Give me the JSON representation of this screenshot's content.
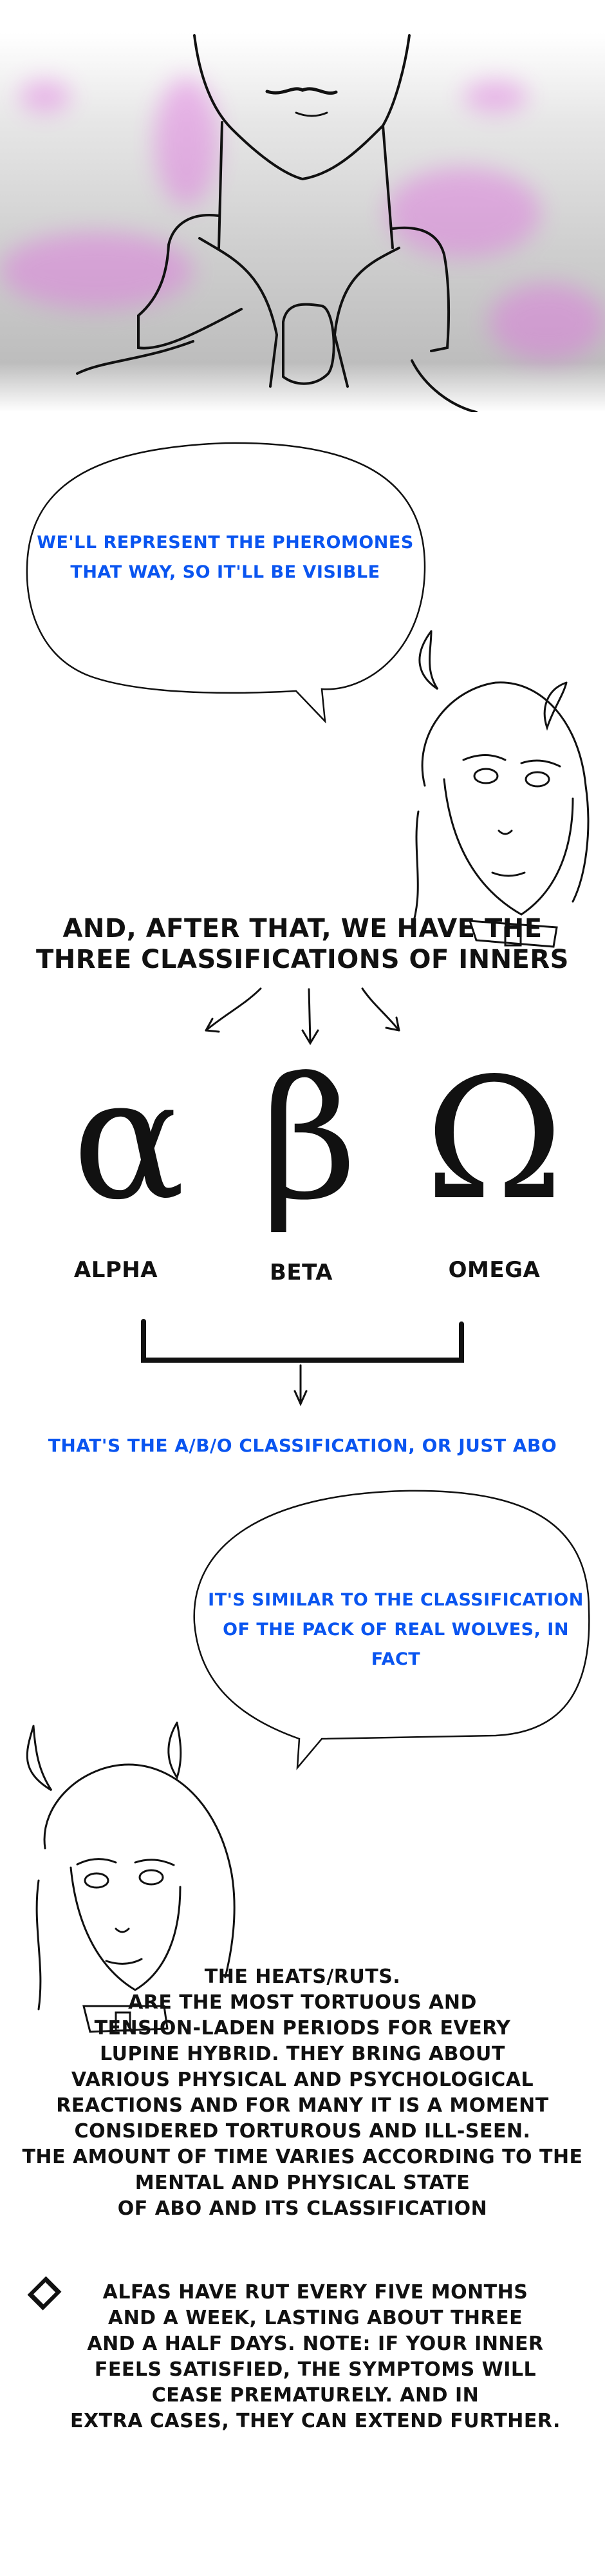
{
  "panel1": {
    "pheromone_color": "#e070e0"
  },
  "bubble1": {
    "text": "We'll represent the pheromones that way, so it'll be visible"
  },
  "classifications": {
    "heading": "And, after that, we have the three classifications of inners",
    "items": [
      {
        "symbol": "α",
        "label": "Alpha"
      },
      {
        "symbol": "β",
        "label": "Beta"
      },
      {
        "symbol": "Ω",
        "label": "Omega"
      }
    ],
    "summary": "That's the A/B/O classification, or just ABO"
  },
  "bubble2": {
    "text": "It's similar to the classification of the pack of real wolves, in fact"
  },
  "heats": {
    "lines": [
      "The heats/ruts.",
      "are the most tortuous and",
      "tension-laden periods for every",
      "lupine hybrid. They bring about",
      "various physical and psychological",
      "reactions and for many it is a moment",
      "considered torturous and ill-seen.",
      "The amount of time varies according to the",
      "mental and physical state",
      "of ABO and its classification"
    ]
  },
  "bullet": {
    "lines": [
      "Alfas have rut every five months",
      "and a week, lasting about three",
      "and a half days. Note: if your inner",
      "feels satisfied, the symptoms will",
      "cease prematurely. And in",
      "extra cases, they can extend further."
    ]
  },
  "colors": {
    "blue_text": "#0a55f0",
    "ink": "#111111"
  }
}
